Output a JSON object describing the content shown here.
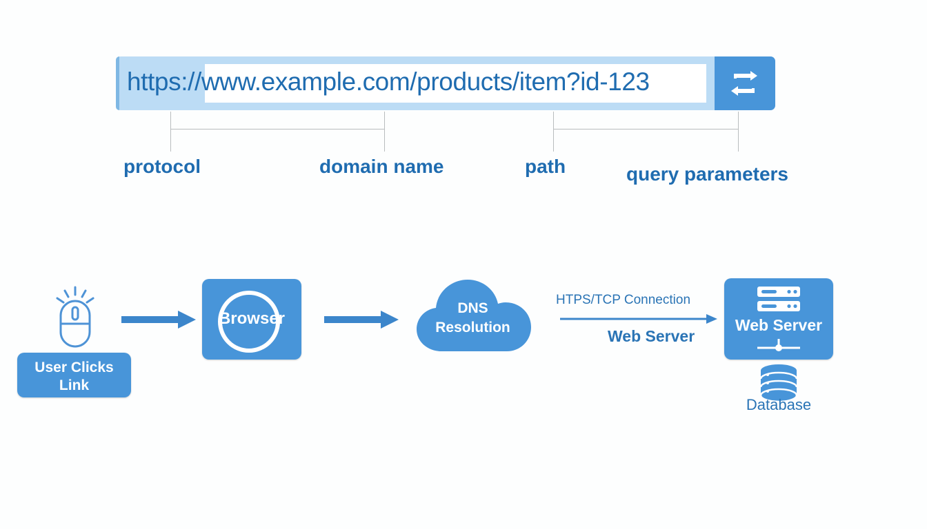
{
  "page": {
    "background_color": "#fdfefe",
    "accent_blue": "#4895d9",
    "text_blue": "#1f6cb0",
    "label_blue": "#2a74b5"
  },
  "url_bar": {
    "url_text": "https://www.example.com/products/item?id-123",
    "reload_icon": "reload-icon",
    "bar_color": "#bcdcf5",
    "field_color": "#ffffff",
    "button_color": "#4895d9"
  },
  "url_parts": [
    {
      "label": "protocol"
    },
    {
      "label": "domain name"
    },
    {
      "label": "path"
    },
    {
      "label": "query parameters"
    }
  ],
  "flow": {
    "user": {
      "icon": "mouse-click-icon",
      "label": "User Clicks\nLink"
    },
    "browser": {
      "icon": "circle-outline-icon",
      "label": "Browser"
    },
    "dns": {
      "icon": "cloud-icon",
      "label": "DNS\nResolution"
    },
    "connection": {
      "top_label": "HTPS/TCP Connection",
      "bottom_label": "Web Server"
    },
    "server": {
      "icon": "server-rack-icon",
      "label": "Web Server"
    },
    "database": {
      "icon": "database-cylinder-icon",
      "label": "Database"
    }
  }
}
